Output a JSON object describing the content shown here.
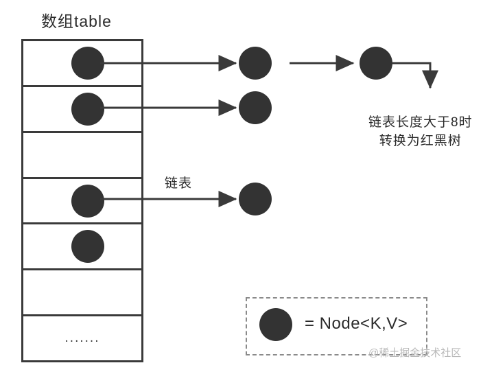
{
  "diagram": {
    "title": "数组table",
    "colors": {
      "node_fill": "#333333",
      "stroke": "#3a3a3a",
      "legend_border": "#8a8a8a",
      "text": "#2b2b2b",
      "watermark": "#b9b9b9",
      "background": "#ffffff"
    },
    "array_table": {
      "cells": [
        {
          "index": 0,
          "has_node": true,
          "label": ""
        },
        {
          "index": 1,
          "has_node": true,
          "label": ""
        },
        {
          "index": 2,
          "has_node": false,
          "label": ""
        },
        {
          "index": 3,
          "has_node": true,
          "label": ""
        },
        {
          "index": 4,
          "has_node": true,
          "label": ""
        },
        {
          "index": 5,
          "has_node": false,
          "label": ""
        },
        {
          "index": 6,
          "has_node": false,
          "label": "......."
        }
      ]
    },
    "chains": [
      {
        "bucket": 0,
        "nodes": 3
      },
      {
        "bucket": 1,
        "nodes": 1
      },
      {
        "bucket": 3,
        "nodes": 1
      }
    ],
    "labels": {
      "linked_list": "链表",
      "treeify_line1": "链表长度大于8时",
      "treeify_line2": "转换为红黑树"
    },
    "legend": {
      "symbol": "node-circle",
      "text": "= Node<K,V>"
    },
    "watermark": "@稀土掘金技术社区"
  }
}
